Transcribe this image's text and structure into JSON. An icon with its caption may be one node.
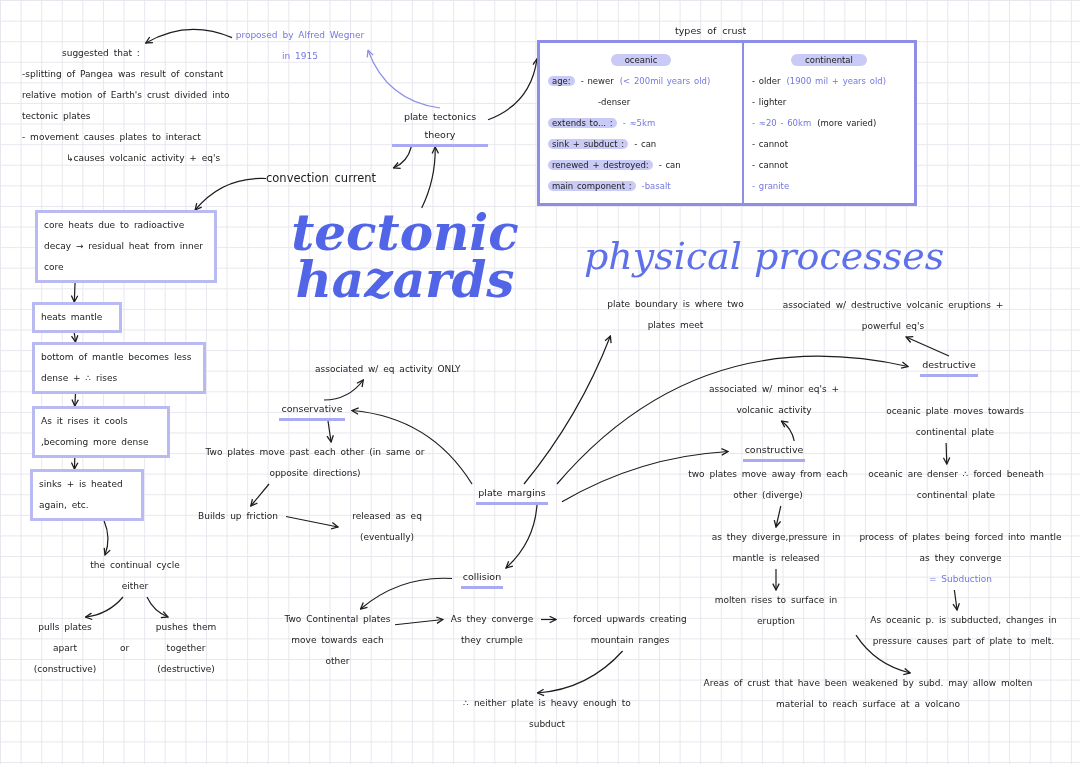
{
  "diagram": {
    "nodes": [
      {
        "text": [
          "tectonic hazards",
          "physical processes"
        ]
      },
      {
        "text": [
          "plate tectonics theory"
        ]
      },
      {
        "text": [
          "proposed by Alfred Wegner in 1915"
        ]
      },
      {
        "text": [
          "suggested that :",
          "-splitting of Pangea was result of constant relative motion of Earth's crust divided into tectonic plates",
          "- movement causes plates to interact",
          "↳causes volcanic activity + eq's"
        ]
      },
      {
        "text": [
          "convection current"
        ]
      },
      {
        "text": [
          "core heats due to radioactive decay → residual heat from inner core"
        ]
      },
      {
        "text": [
          "heats mantle"
        ]
      },
      {
        "text": [
          "bottom of mantle becomes less dense + ∴ rises"
        ]
      },
      {
        "text": [
          "As it rises it cools ,becoming more dense"
        ]
      },
      {
        "text": [
          "sinks + is heated again, etc."
        ]
      },
      {
        "text": [
          "the continual cycle",
          "either"
        ]
      },
      {
        "text": [
          "pulls plates apart (constructive)"
        ]
      },
      {
        "text": [
          "pushes them together (destructive)"
        ]
      },
      {
        "text": [
          "types of crust"
        ]
      },
      {
        "text": [
          "oceanic",
          "age:",
          "- newer",
          "(< 200mil years old)",
          "-denser",
          "extends to... :",
          "- ≈5km",
          "sink + subduct :",
          "- can",
          "renewed + destroyed:",
          "- can",
          "main component :",
          "-basalt"
        ],
        "in": 13
      },
      {
        "text": [
          "continental",
          "- older",
          "(1900 mil + years old)",
          "- lighter",
          "- ≈20 - 60km",
          "(more varied)",
          "- cannot",
          "- cannot",
          "- granite"
        ],
        "in": 13
      },
      {
        "text": [
          "plate boundary is where two plates meet"
        ]
      },
      {
        "text": [
          "plate margins"
        ]
      },
      {
        "text": [
          "conservative"
        ]
      },
      {
        "text": [
          "associated w/ eq activity ONLY"
        ]
      },
      {
        "text": [
          "Two plates move past each other (in same or opposite directions)"
        ]
      },
      {
        "text": [
          "Builds up friction"
        ]
      },
      {
        "text": [
          "released as eq (eventually)"
        ]
      },
      {
        "text": [
          "collision"
        ]
      },
      {
        "text": [
          "Two Continental plates move towards each other"
        ]
      },
      {
        "text": [
          "As they converge they crumple"
        ]
      },
      {
        "text": [
          "forced upwards creating mountain ranges"
        ]
      },
      {
        "text": [
          "∴ neither plate is heavy enough to subduct"
        ]
      },
      {
        "text": [
          "constructive"
        ]
      },
      {
        "text": [
          "associated w/ minor eq's + volcanic activity"
        ]
      },
      {
        "text": [
          "two plates move away from each other (diverge)"
        ]
      },
      {
        "text": [
          "as they diverge,pressure in mantle is released"
        ]
      },
      {
        "text": [
          "molten rises to surface in eruption"
        ]
      },
      {
        "text": [
          "destructive"
        ]
      },
      {
        "text": [
          "associated w/ destructive volcanic eruptions + powerful eq's"
        ]
      },
      {
        "text": [
          "oceanic plate moves towards continental plate"
        ]
      },
      {
        "text": [
          "oceanic are denser ∴ forced beneath continental plate"
        ]
      },
      {
        "text": [
          "process of plates being forced into mantle as they converge",
          "= Subduction"
        ]
      },
      {
        "text": [
          "As oceanic p. is subducted, changes in pressure causes part of plate to melt."
        ]
      },
      {
        "text": [
          "Areas of crust that have been weakened by subd. may allow molten material to reach surface at a volcano"
        ]
      }
    ],
    "edges": [
      {
        "from": 1,
        "to": 2,
        "arrow": "to",
        "color": "#8c8ee8"
      },
      {
        "from": 2,
        "to": 3,
        "arrow": "to"
      },
      {
        "from": 1,
        "to": 13,
        "arrow": "to"
      },
      {
        "from": 1,
        "to": 4,
        "arrow": "to"
      },
      {
        "from": 0,
        "to": 1,
        "arrow": "to"
      },
      {
        "from": 4,
        "to": 5,
        "arrow": "to"
      },
      {
        "from": 5,
        "to": 6,
        "arrow": "to"
      },
      {
        "from": 6,
        "to": 7,
        "arrow": "to"
      },
      {
        "from": 7,
        "to": 8,
        "arrow": "to"
      },
      {
        "from": 8,
        "to": 9,
        "arrow": "to"
      },
      {
        "from": 9,
        "to": 10,
        "arrow": "to"
      },
      {
        "from": 10,
        "to": 11,
        "arrow": "to"
      },
      {
        "from": 10,
        "to": 12,
        "arrow": "to"
      },
      {
        "from": 17,
        "to": 16,
        "arrow": "to"
      },
      {
        "from": 17,
        "to": 18,
        "arrow": "to"
      },
      {
        "from": 17,
        "to": 28,
        "arrow": "to"
      },
      {
        "from": 17,
        "to": 33,
        "arrow": "to"
      },
      {
        "from": 17,
        "to": 23,
        "arrow": "to"
      },
      {
        "from": 18,
        "to": 19,
        "arrow": "to"
      },
      {
        "from": 18,
        "to": 20,
        "arrow": "to"
      },
      {
        "from": 20,
        "to": 21,
        "arrow": "to"
      },
      {
        "from": 21,
        "to": 22,
        "arrow": "to"
      },
      {
        "from": 23,
        "to": 24,
        "arrow": "to"
      },
      {
        "from": 24,
        "to": 25,
        "arrow": "to"
      },
      {
        "from": 25,
        "to": 26,
        "arrow": "to"
      },
      {
        "from": 26,
        "to": 27,
        "arrow": "to"
      },
      {
        "from": 28,
        "to": 29,
        "arrow": "to"
      },
      {
        "from": 30,
        "to": 31,
        "arrow": "to"
      },
      {
        "from": 31,
        "to": 32,
        "arrow": "to"
      },
      {
        "from": 33,
        "to": 34,
        "arrow": "to"
      },
      {
        "from": 35,
        "to": 36,
        "arrow": "to"
      },
      {
        "from": 37,
        "to": 38,
        "arrow": "to"
      },
      {
        "from": 38,
        "to": 39,
        "arrow": "to"
      }
    ],
    "labels": [
      "or"
    ]
  }
}
